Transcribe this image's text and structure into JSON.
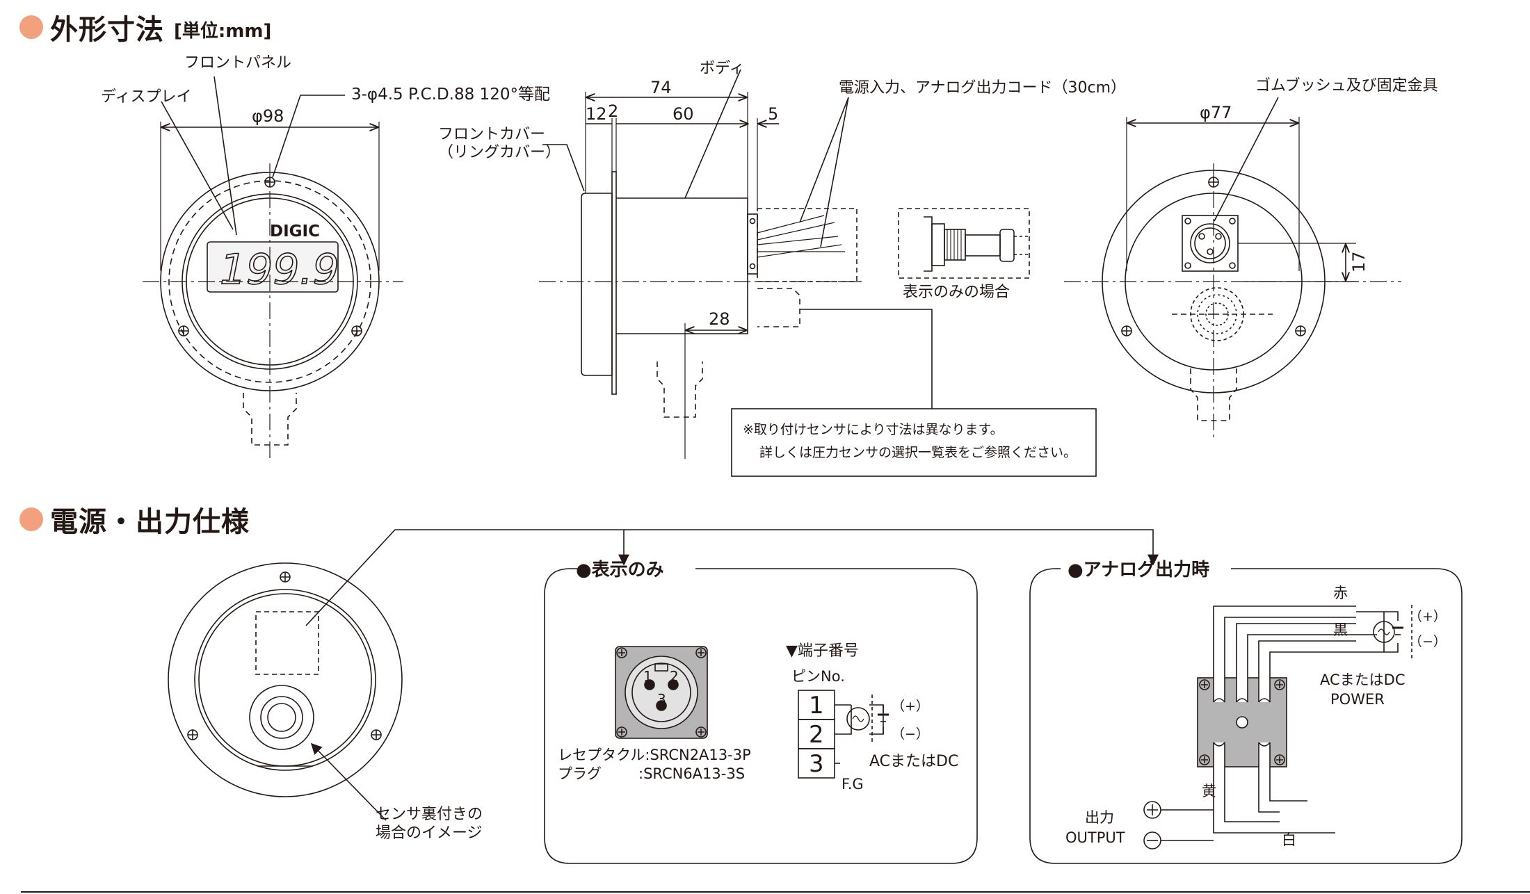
{
  "colors": {
    "accent": "#f3a07e",
    "line": "#231815",
    "panel_fill": "#b5b5b5",
    "display_fill": "#f4f4f4"
  },
  "section_dimensions": {
    "title": "外形寸法",
    "unit": "[単位:mm]",
    "labels": {
      "front_panel": "フロントパネル",
      "display": "ディスプレイ",
      "mounting_holes": "3-φ4.5 P.C.D.88 120°等配",
      "brand": "DIGIC",
      "readout": "199.9",
      "front_cover_1": "フロントカバー",
      "front_cover_2": "（リングカバー）",
      "body": "ボディ",
      "cord": "電源入力、アナログ出力コード（30cm）",
      "display_only_case": "表示のみの場合",
      "rubber_bushing": "ゴムブッシュ及び固定金具",
      "note_1": "※取り付けセンサにより寸法は異なります。",
      "note_2": "詳しくは圧力センサの選択一覧表をご参照ください。"
    },
    "dims": {
      "d98": "φ98",
      "d77": "φ77",
      "l74": "74",
      "l12": "12",
      "l2": "2",
      "l60": "60",
      "l5": "5",
      "l28": "28",
      "l17": "17"
    }
  },
  "section_power": {
    "title": "電源・出力仕様",
    "rear_label_1": "センサ裏付きの",
    "rear_label_2": "場合のイメージ",
    "display_only": {
      "title": "●表示のみ",
      "terminal_title": "▼端子番号",
      "pin_header": "ピンNo.",
      "pins": [
        "1",
        "2",
        "3"
      ],
      "fg": "F.G",
      "plus": "（+）",
      "minus": "（−）",
      "supply": "ACまたはDC",
      "receptacle": "レセプタクル:SRCN2A13-3P",
      "plug_label": "プラグ",
      "plug_model": ":SRCN6A13-3S",
      "pin_marks": [
        "1",
        "2",
        "3"
      ]
    },
    "analog": {
      "title": "●アナログ出力時",
      "red": "赤",
      "black": "黒",
      "plus": "（+）",
      "minus": "（−）",
      "power_1": "ACまたはDC",
      "power_2": "POWER",
      "yellow": "黄",
      "white": "白",
      "output_1": "出力",
      "output_2": "OUTPUT"
    }
  }
}
